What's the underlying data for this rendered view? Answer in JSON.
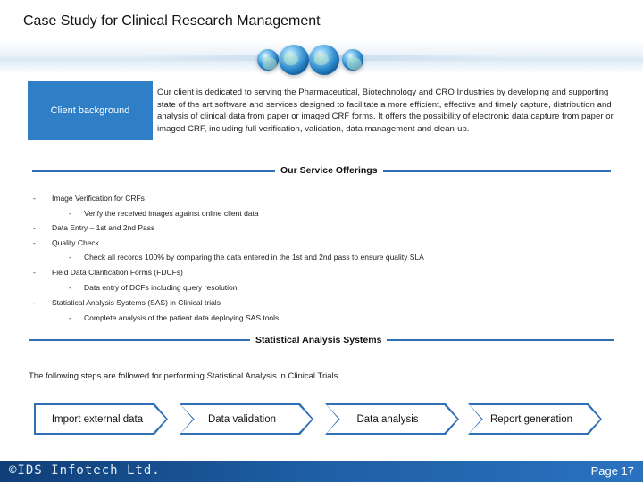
{
  "header": {
    "title": "Case Study for Clinical Research Management"
  },
  "client": {
    "label": "Client background",
    "text": "Our client is dedicated to serving the Pharmaceutical, Biotechnology and CRO Industries by developing and supporting state of the art software and services designed to facilitate a more efficient, effective and timely capture, distribution and analysis of clinical data from paper or imaged CRF forms. It offers the possibility of electronic data capture from paper or imaged CRF, including full verification, validation, data management and clean-up."
  },
  "offerings": {
    "heading": "Our Service Offerings",
    "items": [
      {
        "label": "Image Verification for CRFs",
        "sub": "Verify the received images against online client data"
      },
      {
        "label": "Data Entry – 1st and 2nd Pass",
        "sub": ""
      },
      {
        "label": "Quality Check",
        "sub": "Check all records 100% by comparing the data entered in the 1st and 2nd pass to ensure quality SLA"
      },
      {
        "label": "Field Data Clarification Forms (FDCFs)",
        "sub": "Data entry of DCFs including query resolution"
      },
      {
        "label": "Statistical Analysis Systems (SAS) in Clinical trials",
        "sub": "Complete analysis of the patient data deploying SAS tools"
      }
    ]
  },
  "sas": {
    "heading": "Statistical Analysis Systems",
    "intro": "The following steps are followed for performing Statistical Analysis in Clinical Trials",
    "steps": [
      "Import external data",
      "Data validation",
      "Data analysis",
      "Report generation"
    ]
  },
  "footer": {
    "brand": "©IDS Infotech Ltd.",
    "page": "Page  17"
  },
  "colors": {
    "accent": "#2f7fc6",
    "rule": "#2f6fb6",
    "footer": "#1f5fa6"
  },
  "icons": [
    "globe-icon",
    "globe-icon",
    "globe-icon",
    "globe-icon"
  ]
}
